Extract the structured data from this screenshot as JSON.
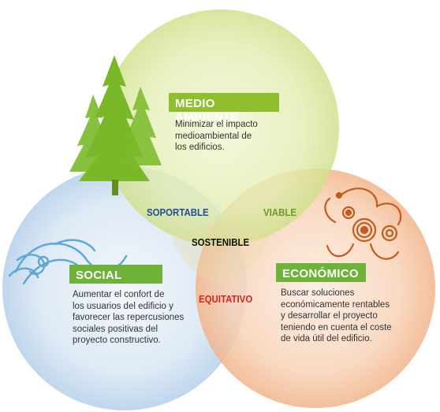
{
  "colors": {
    "environment": "#8fbf2f",
    "social": "#6fb23a",
    "economic": "#6fb23a",
    "soportable": "#1d4f9a",
    "viable": "#6e9a28",
    "sostenible": "#111111",
    "equitativo": "#d8261c",
    "tree": "#7ab829",
    "swirl_blue": "#5fa9d6",
    "swirl_orange": "#c65a1e"
  },
  "environment": {
    "title": "MEDIO AMBIENTE",
    "text": "Minimizar el impacto\nmedioambiental de\nlos edificios."
  },
  "social": {
    "title": "SOCIAL",
    "text": "Aumentar el confort de\nlos usuarios del edificio y\nfavorecer las repercusiones\nsociales positivas del\nproyecto constructivo."
  },
  "economic": {
    "title": "ECONÓMICO",
    "text": "Buscar soluciones\neconómicamente rentables\ny desarrollar el proyecto\nteniendo en cuenta el coste\nde vida útil del edificio."
  },
  "intersections": {
    "soportable": "SOPORTABLE",
    "viable": "VIABLE",
    "sostenible": "SOSTENIBLE",
    "equitativo": "EQUITATIVO"
  },
  "icons": {
    "environment": "tree-icon",
    "social": "blue-swirl-icon",
    "economic": "orange-swirl-icon"
  }
}
